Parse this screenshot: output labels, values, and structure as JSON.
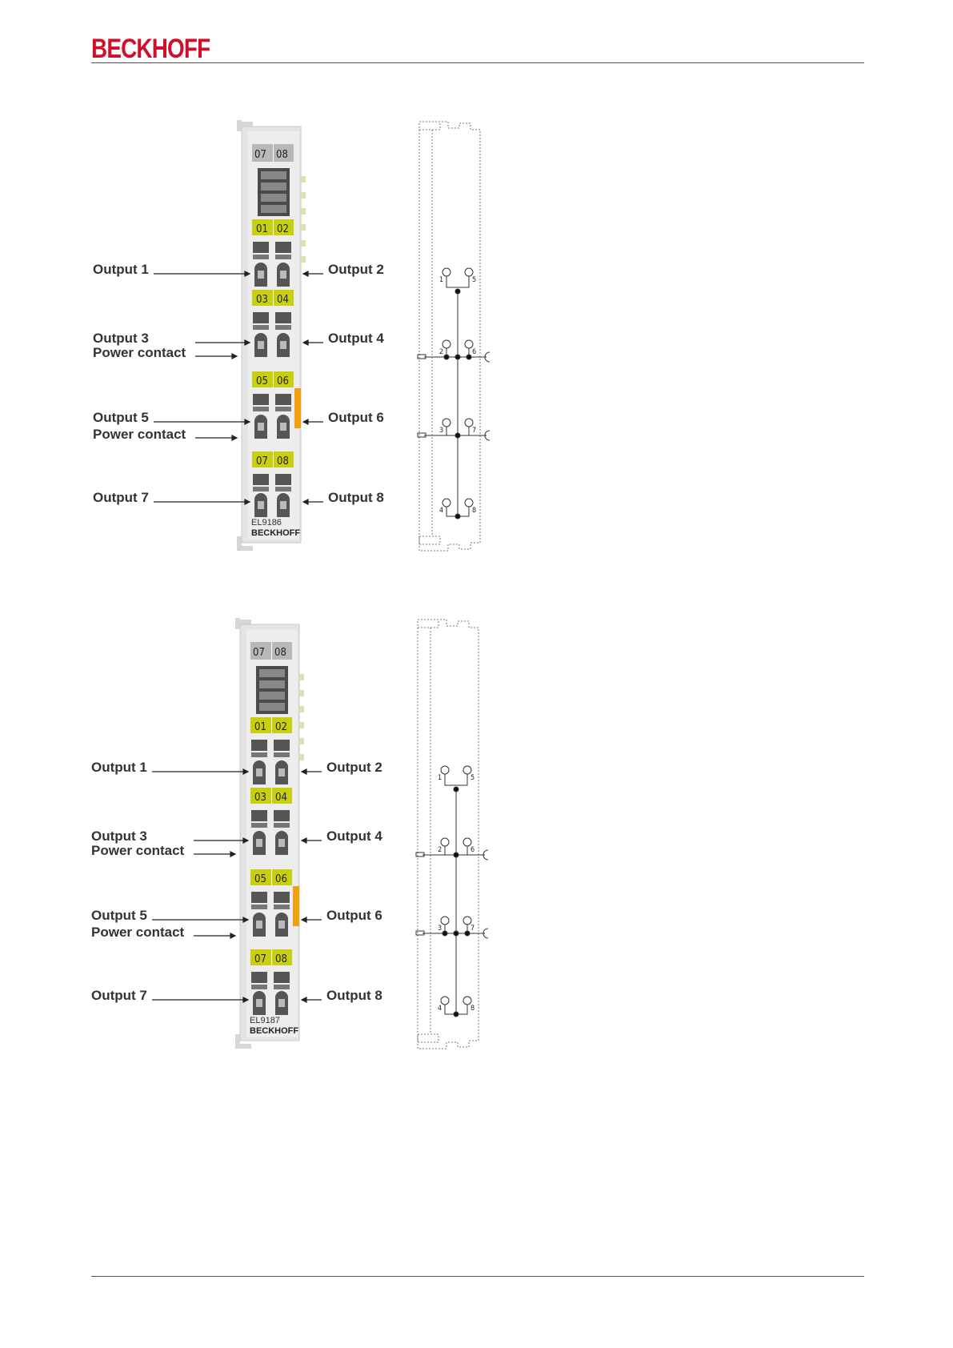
{
  "header": {
    "brand": "BECKHOFF",
    "colors": {
      "brand": "#d0102a",
      "led_yellow": "#c8cf10",
      "power_orange": "#f0a010"
    }
  },
  "figures": [
    {
      "terminal": {
        "top_tags": [
          "07",
          "08"
        ],
        "groups": [
          [
            "01",
            "02"
          ],
          [
            "03",
            "04"
          ],
          [
            "05",
            "06"
          ],
          [
            "07",
            "08"
          ]
        ],
        "type_label": "EL9186",
        "brand_label": "BECKHOFF"
      },
      "labels": {
        "output1": "Output 1",
        "output2": "Output 2",
        "output3": "Output 3",
        "output4": "Output 4",
        "power1": "Power contact",
        "output5": "Output 5",
        "output6": "Output 6",
        "power2": "Power contact",
        "output7": "Output 7",
        "output8": "Output 8"
      },
      "schematic_pins": [
        "1",
        "5",
        "2",
        "6",
        "3",
        "7",
        "4",
        "8"
      ]
    },
    {
      "terminal": {
        "top_tags": [
          "07",
          "08"
        ],
        "groups": [
          [
            "01",
            "02"
          ],
          [
            "03",
            "04"
          ],
          [
            "05",
            "06"
          ],
          [
            "07",
            "08"
          ]
        ],
        "type_label": "EL9187",
        "brand_label": "BECKHOFF"
      },
      "labels": {
        "output1": "Output 1",
        "output2": "Output 2",
        "output3": "Output 3",
        "output4": "Output 4",
        "power1": "Power contact",
        "output5": "Output 5",
        "output6": "Output 6",
        "power2": "Power contact",
        "output7": "Output 7",
        "output8": "Output 8"
      },
      "schematic_pins": [
        "1",
        "5",
        "2",
        "6",
        "3",
        "7",
        "4",
        "8"
      ]
    }
  ]
}
